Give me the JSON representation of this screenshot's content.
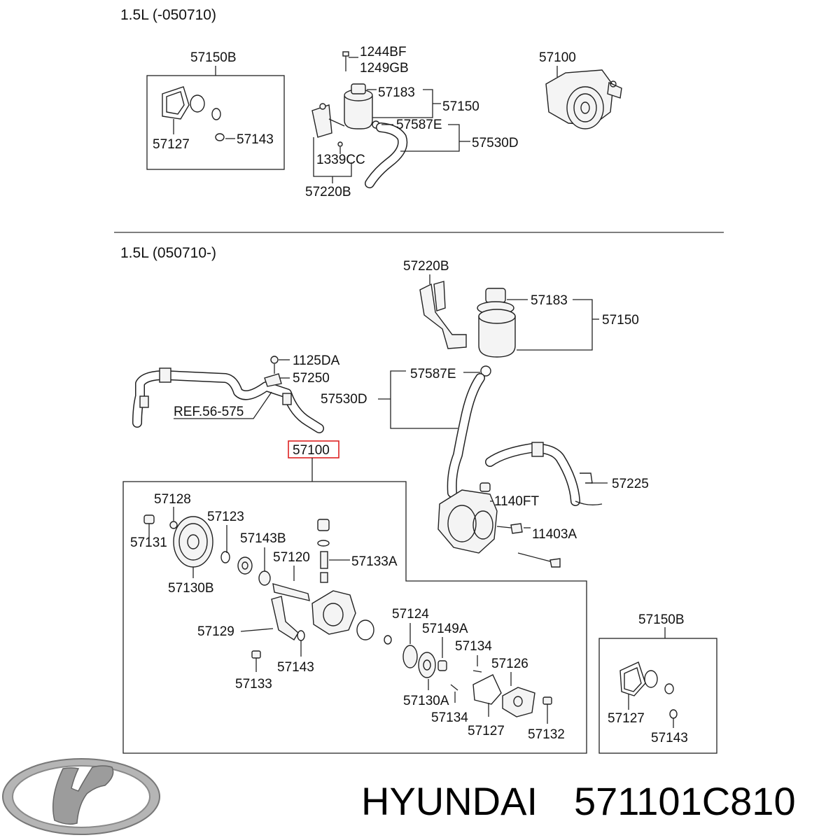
{
  "sections": {
    "top_title": "1.5L (-050710)",
    "bottom_title": "1.5L (050710-)"
  },
  "top": {
    "kit_box_label": "57150B",
    "kit_gasket": "57127",
    "kit_oring": "57143",
    "bolt_a": "1244BF",
    "bolt_b": "1249GB",
    "cap": "57183",
    "reservoir": "57150",
    "clamp": "57587E",
    "hose": "57530D",
    "screw": "1339CC",
    "bracket": "57220B",
    "pump": "57100"
  },
  "bottom": {
    "bracket": "57220B",
    "cap": "57183",
    "reservoir": "57150",
    "bolt": "1125DA",
    "clip": "57250",
    "ref": "REF.56-575",
    "clamp": "57587E",
    "hose": "57530D",
    "pump_assy": "57100",
    "pressure_hose": "57225",
    "pump_bolt": "1140FT",
    "pump_bolt2": "11403A",
    "nut": "57128",
    "oring1": "57123",
    "bearing": "57143B",
    "shaft": "57120",
    "valve": "57133A",
    "nut2": "57131",
    "pulley": "57130B",
    "pipe": "57129",
    "oring2": "57143",
    "bolt_small": "57133",
    "ring": "57124",
    "pin": "57149A",
    "pin2": "57134",
    "cover": "57126",
    "rotor": "57130A",
    "pin3": "57134",
    "gasket": "57127",
    "bolt_cover": "57132",
    "kit_box_label": "57150B",
    "kit_gasket": "57127",
    "kit_oring": "57143"
  },
  "footer": {
    "brand": "HYUNDAI",
    "part_number": "571101C810",
    "logo_icon": "hyundai-logo-icon"
  }
}
